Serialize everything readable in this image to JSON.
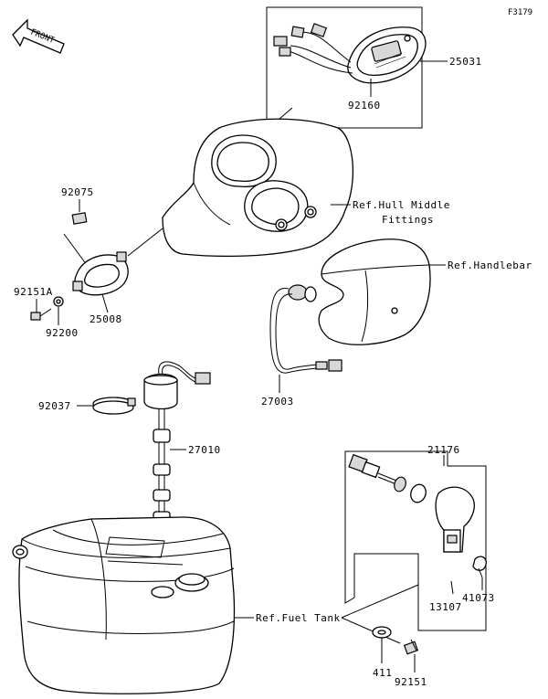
{
  "figure_code": "F3179",
  "front_label": "FRONT",
  "parts": {
    "p25031": "25031",
    "p92160": "92160",
    "p92075": "92075",
    "p92151a": "92151A",
    "p92200": "92200",
    "p25008": "25008",
    "p92037": "92037",
    "p27010": "27010",
    "p27003": "27003",
    "p21176": "21176",
    "p41073": "41073",
    "p13107": "13107",
    "p411": "411",
    "p92151": "92151"
  },
  "refs": {
    "hull_line1": "Ref.Hull Middle",
    "hull_line2": "Fittings",
    "handlebar": "Ref.Handlebar",
    "fuel_tank": "Ref.Fuel Tank"
  }
}
